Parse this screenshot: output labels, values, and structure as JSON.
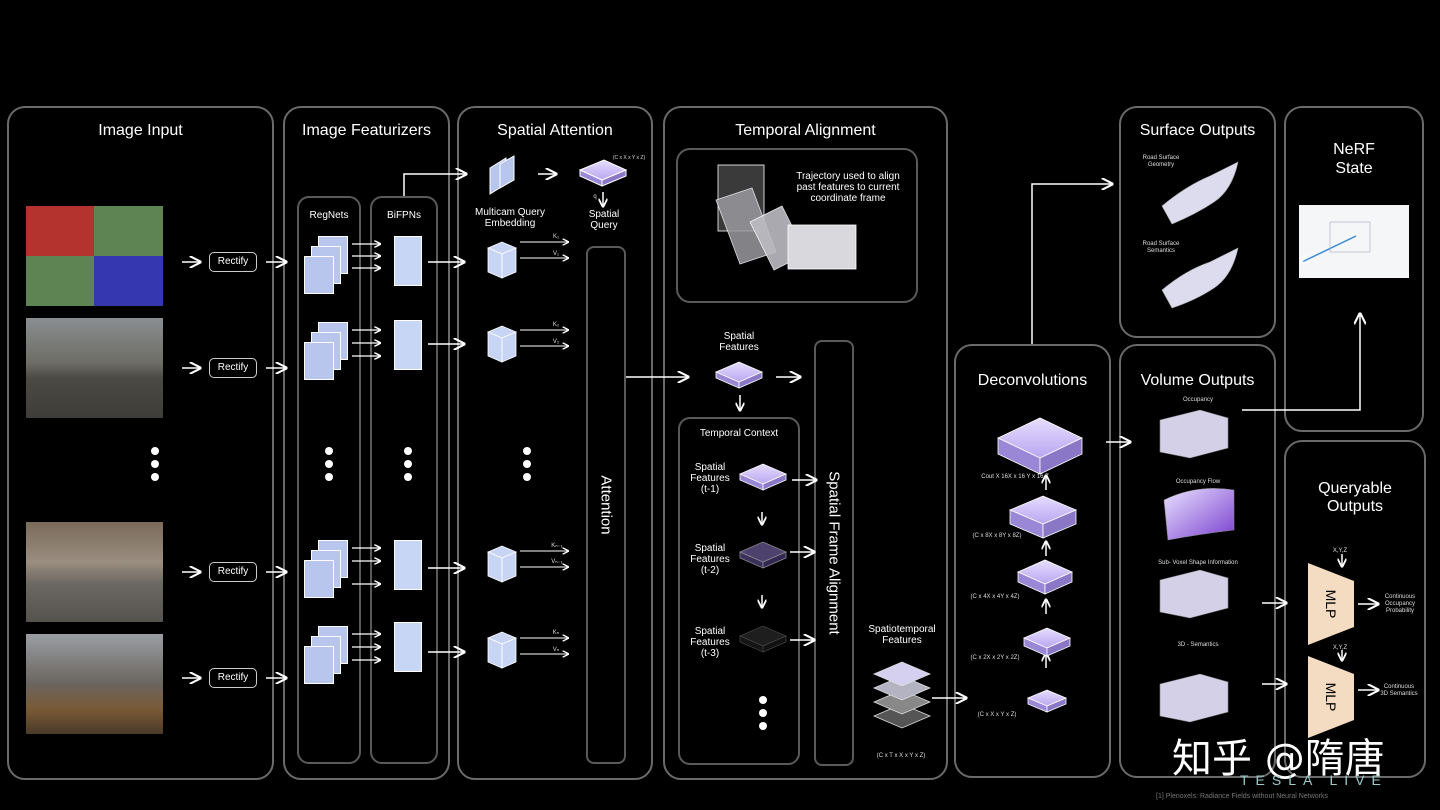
{
  "panels": {
    "image_input": "Image Input",
    "image_featurizers": "Image Featurizers",
    "spatial_attention": "Spatial Attention",
    "temporal_alignment": "Temporal Alignment",
    "deconvolutions": "Deconvolutions",
    "surface_outputs": "Surface Outputs",
    "volume_outputs": "Volume Outputs",
    "nerf_state": "NeRF\nState",
    "queryable_outputs": "Queryable\nOutputs"
  },
  "image_input": {
    "rectify_label": "Rectify"
  },
  "featurizers": {
    "regnets": "RegNets",
    "bifpns": "BiFPNs"
  },
  "spatial_attention": {
    "query_shape": "(C x X x Y x Z)",
    "q": "q",
    "spatial_query": "Spatial\nQuery",
    "multicam": "Multicam Query\nEmbedding",
    "attention": "Attention",
    "kv": [
      {
        "k": "K₁",
        "v": "V₁"
      },
      {
        "k": "K₂",
        "v": "V₂"
      },
      {
        "k": "Kₙ₋₁",
        "v": "Vₙ₋₁"
      },
      {
        "k": "Kₙ",
        "v": "Vₙ"
      }
    ]
  },
  "temporal": {
    "trajectory_text": "Trajectory used to align\npast features to current\ncoordinate frame",
    "spatial_features": "Spatial\nFeatures",
    "temporal_context": "Temporal Context",
    "ctx": [
      "Spatial\nFeatures\n(t-1)",
      "Spatial\nFeatures\n(t-2)",
      "Spatial\nFeatures\n(t-3)"
    ],
    "frame_alignment": "Spatial Frame Alignment",
    "spatiotemporal": "Spatiotemporal\nFeatures",
    "st_shape": "(C x T x X x Y x Z)"
  },
  "deconv": {
    "shapes": [
      "Cout X 16X x 16 Y x 16 Z",
      "(C x 8X x 8Y x 8Z)",
      "(C x 4X x 4Y x 4Z)",
      "(C x 2X x 2Y x 2Z)",
      "(C x X x Y x Z)"
    ]
  },
  "surface": {
    "geometry": "Road Surface\nGeometry",
    "semantics": "Road Surface\nSemantics"
  },
  "volume": {
    "labels": [
      "Occupancy",
      "Occupancy Flow",
      "Sub- Voxel Shape Information",
      "3D - Semantics"
    ]
  },
  "queryable": {
    "xyz": "X,Y,Z",
    "mlp": "MLP",
    "out1": "Continuous\nOccupancy\nProbability",
    "out2": "Continuous\n3D Semantics"
  },
  "watermark": "知乎 @隋唐",
  "brand": "TESLA LIVE",
  "footnote": "[1] Plenoxels: Radiance Fields without Neural Networks"
}
